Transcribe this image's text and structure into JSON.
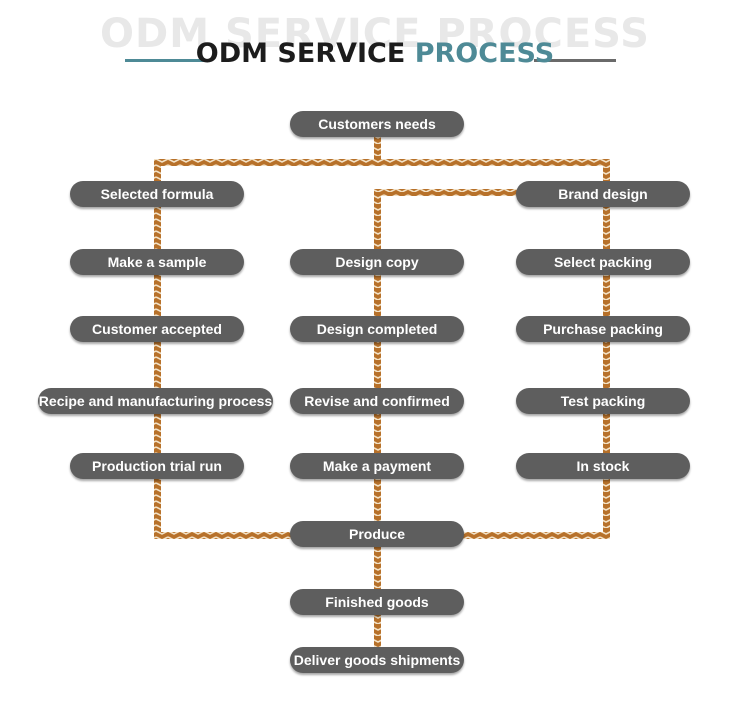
{
  "header": {
    "ghost_title": "ODM SERVICE PROCESS",
    "title_main": "ODM SERVICE",
    "title_accent": "PROCESS"
  },
  "steps": {
    "customers_needs": "Customers needs",
    "left": [
      "Selected formula",
      "Make a sample",
      "Customer accepted",
      "Recipe and manufacturing process",
      "Production trial run"
    ],
    "center": [
      "Design copy",
      "Design completed",
      "Revise and confirmed",
      "Make a payment"
    ],
    "right": [
      "Brand design",
      "Select packing",
      "Purchase packing",
      "Test  packing",
      "In stock"
    ],
    "produce": "Produce",
    "finished_goods": "Finished goods",
    "deliver": "Deliver goods shipments"
  },
  "colors": {
    "node_fill": "#5e5e5e",
    "node_text": "#ffffff",
    "connector": "#b7712a",
    "title_accent": "#4e8a96"
  }
}
